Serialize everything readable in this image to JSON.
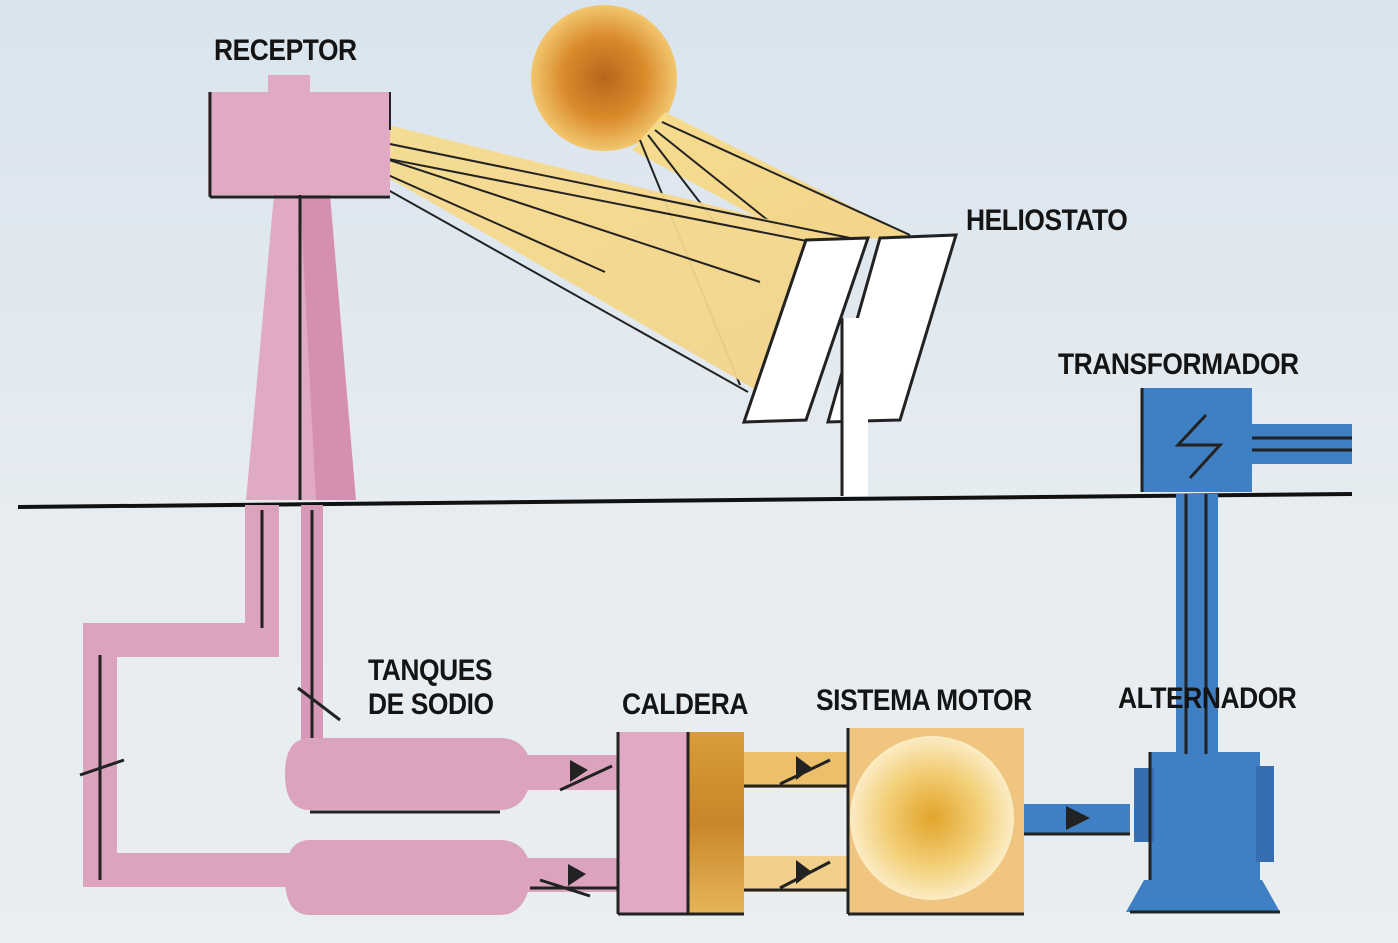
{
  "labels": {
    "receptor": "RECEPTOR",
    "heliostato": "HELIOSTATO",
    "transformador": "TRANSFORMADOR",
    "tanques_line1": "TANQUES",
    "tanques_line2": "DE SODIO",
    "caldera": "CALDERA",
    "sistema_motor": "SISTEMA MOTOR",
    "alternador": "ALTERNADOR"
  },
  "colors": {
    "sodium_pink": "#d9a2bd",
    "heat_orange": "#e9b45a",
    "electric_blue": "#3f7fc4",
    "sun": "#d98a2a",
    "ground_line": "#111111"
  }
}
